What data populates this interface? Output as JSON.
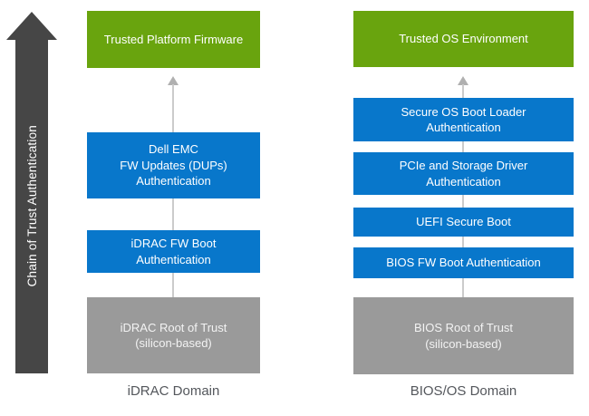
{
  "chain_arrow": {
    "label": "Chain of Trust Authentication",
    "color": "#464646",
    "text_color": "#FFFFFF"
  },
  "colors": {
    "green_box": "#69A40E",
    "blue_box": "#0877CB",
    "gray_box": "#9A9A9A",
    "box_text": "#FFFFFF",
    "connector_line": "#CBCBCB",
    "connector_arrowhead": "#B0B0B0",
    "domain_label_text": "#54575C",
    "background": "#FFFFFF"
  },
  "left_column": {
    "domain_label": "iDRAC Domain",
    "boxes": [
      {
        "text": "Trusted Platform Firmware",
        "type": "green"
      },
      {
        "text": "Dell EMC\nFW Updates (DUPs)\nAuthentication",
        "type": "blue"
      },
      {
        "text": "iDRAC FW Boot\nAuthentication",
        "type": "blue"
      },
      {
        "text": "iDRAC Root of Trust\n(silicon-based)",
        "type": "gray"
      }
    ]
  },
  "right_column": {
    "domain_label": "BIOS/OS Domain",
    "boxes": [
      {
        "text": "Trusted OS Environment",
        "type": "green"
      },
      {
        "text": "Secure OS Boot Loader\nAuthentication",
        "type": "blue"
      },
      {
        "text": "PCIe and Storage Driver\nAuthentication",
        "type": "blue"
      },
      {
        "text": "UEFI Secure Boot",
        "type": "blue"
      },
      {
        "text": "BIOS FW Boot Authentication",
        "type": "blue"
      },
      {
        "text": "BIOS Root of Trust\n(silicon-based)",
        "type": "gray"
      }
    ]
  }
}
